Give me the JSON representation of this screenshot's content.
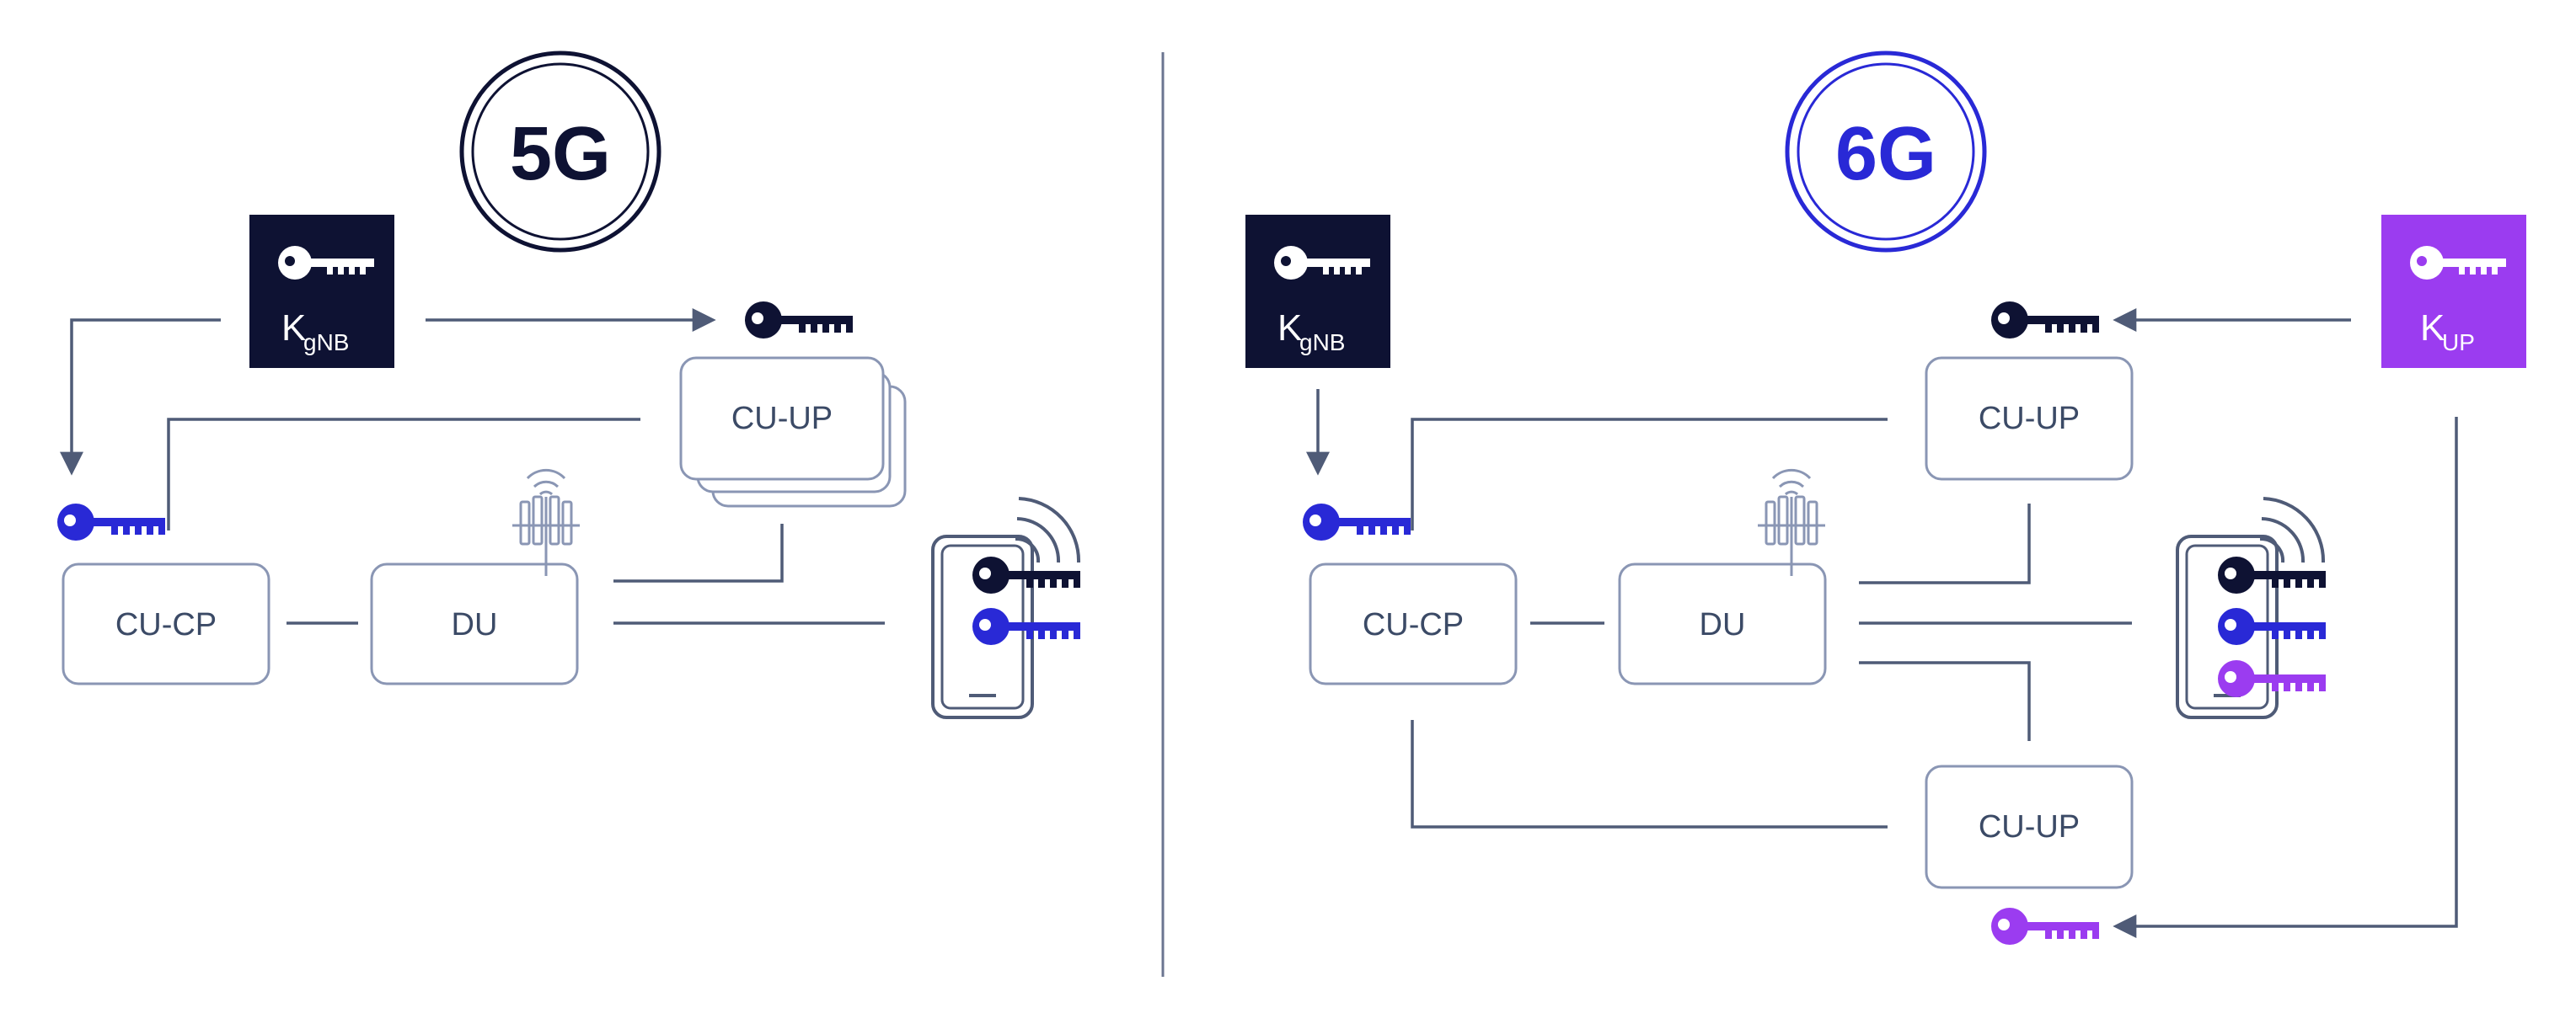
{
  "colors": {
    "navy": "#0e1233",
    "blue": "#2929d6",
    "purple": "#9b3cf0",
    "line": "#4f5b77",
    "box_stroke": "#8a96b4",
    "text": "#3b4a66"
  },
  "left": {
    "generation": "5G",
    "key": {
      "main": "K",
      "sub": "gNB",
      "icon": "key-icon"
    },
    "nodes": {
      "cu_cp": "CU-CP",
      "du": "DU",
      "cu_up": "CU-UP"
    }
  },
  "right": {
    "generation": "6G",
    "key_gnb": {
      "main": "K",
      "sub": "gNB",
      "icon": "key-icon"
    },
    "key_up": {
      "main": "K",
      "sub": "UP",
      "icon": "key-icon"
    },
    "nodes": {
      "cu_cp": "CU-CP",
      "du": "DU",
      "cu_up_top": "CU-UP",
      "cu_up_bottom": "CU-UP"
    }
  }
}
